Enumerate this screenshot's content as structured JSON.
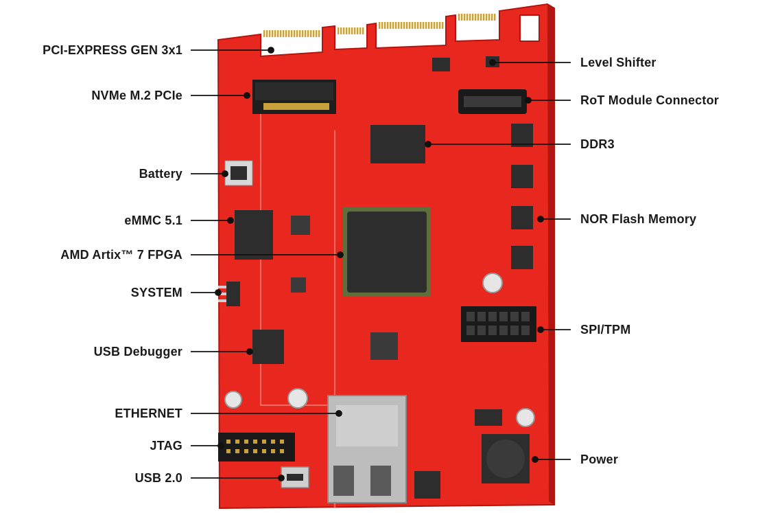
{
  "colors": {
    "board": "#e8281f",
    "board_edge": "#b0150f",
    "chip": "#2d2d2d",
    "fpga_substrate": "#5e6f3c",
    "metal": "#bdbdbd",
    "label_text": "#1a1a1a",
    "leader_line": "#111111"
  },
  "labels_left": [
    {
      "id": "pci-express",
      "text": "PCI-EXPRESS GEN 3x1"
    },
    {
      "id": "nvme",
      "text": "NVMe M.2 PCIe"
    },
    {
      "id": "battery",
      "text": "Battery"
    },
    {
      "id": "emmc",
      "text": "eMMC 5.1"
    },
    {
      "id": "fpga",
      "text": "AMD Artix™ 7 FPGA"
    },
    {
      "id": "system",
      "text": "SYSTEM"
    },
    {
      "id": "usb-debugger",
      "text": "USB Debugger"
    },
    {
      "id": "ethernet",
      "text": "ETHERNET"
    },
    {
      "id": "jtag",
      "text": "JTAG"
    },
    {
      "id": "usb2",
      "text": "USB 2.0"
    }
  ],
  "labels_right": [
    {
      "id": "level-shifter",
      "text": "Level Shifter"
    },
    {
      "id": "rot-connector",
      "text": "RoT Module Connector"
    },
    {
      "id": "ddr3",
      "text": "DDR3"
    },
    {
      "id": "nor-flash",
      "text": "NOR Flash Memory"
    },
    {
      "id": "spi-tpm",
      "text": "SPI/TPM"
    },
    {
      "id": "power",
      "text": "Power"
    }
  ]
}
